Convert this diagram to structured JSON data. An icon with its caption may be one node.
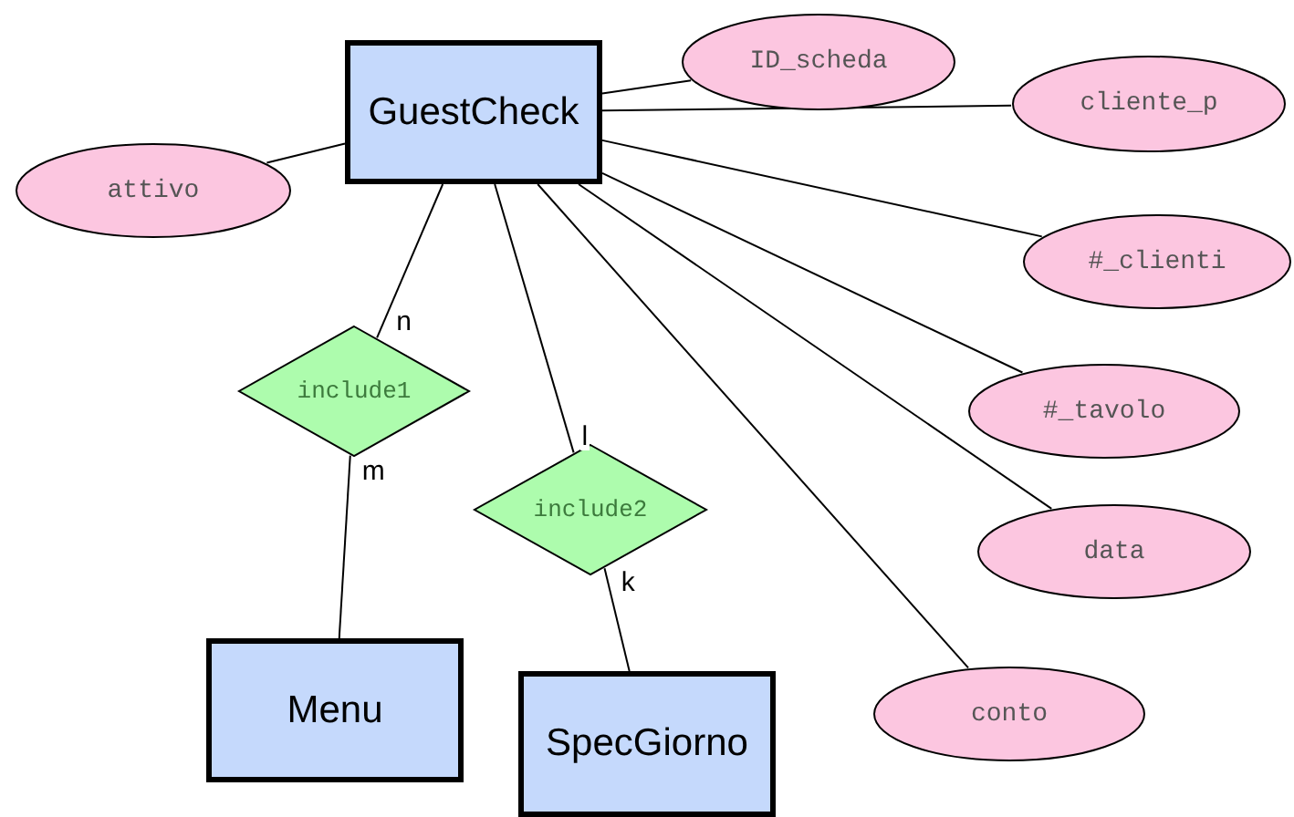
{
  "diagram": {
    "nodes": [
      {
        "text": [
          "GuestCheck"
        ]
      },
      {
        "text": [
          "attivo"
        ]
      },
      {
        "text": [
          "ID_scheda"
        ]
      },
      {
        "text": [
          "cliente_p"
        ]
      },
      {
        "text": [
          "#_clienti"
        ]
      },
      {
        "text": [
          "#_tavolo"
        ]
      },
      {
        "text": [
          "data"
        ]
      },
      {
        "text": [
          "conto"
        ]
      },
      {
        "text": [
          "include1"
        ]
      },
      {
        "text": [
          "include2"
        ]
      },
      {
        "text": [
          "Menu"
        ]
      },
      {
        "text": [
          "SpecGiorno"
        ]
      }
    ],
    "edges": [
      {
        "from": 0,
        "to": 1,
        "arrow": "none"
      },
      {
        "from": 0,
        "to": 2,
        "arrow": "none"
      },
      {
        "from": 0,
        "to": 3,
        "arrow": "none"
      },
      {
        "from": 0,
        "to": 4,
        "arrow": "none"
      },
      {
        "from": 0,
        "to": 5,
        "arrow": "none"
      },
      {
        "from": 0,
        "to": 6,
        "arrow": "none"
      },
      {
        "from": 0,
        "to": 7,
        "arrow": "none"
      },
      {
        "from": 0,
        "to": 8,
        "arrow": "none",
        "label": "n"
      },
      {
        "from": 8,
        "to": 10,
        "arrow": "none",
        "label": "m"
      },
      {
        "from": 0,
        "to": 9,
        "arrow": "none",
        "label": "l"
      },
      {
        "from": 9,
        "to": 11,
        "arrow": "none",
        "label": "k"
      }
    ]
  }
}
